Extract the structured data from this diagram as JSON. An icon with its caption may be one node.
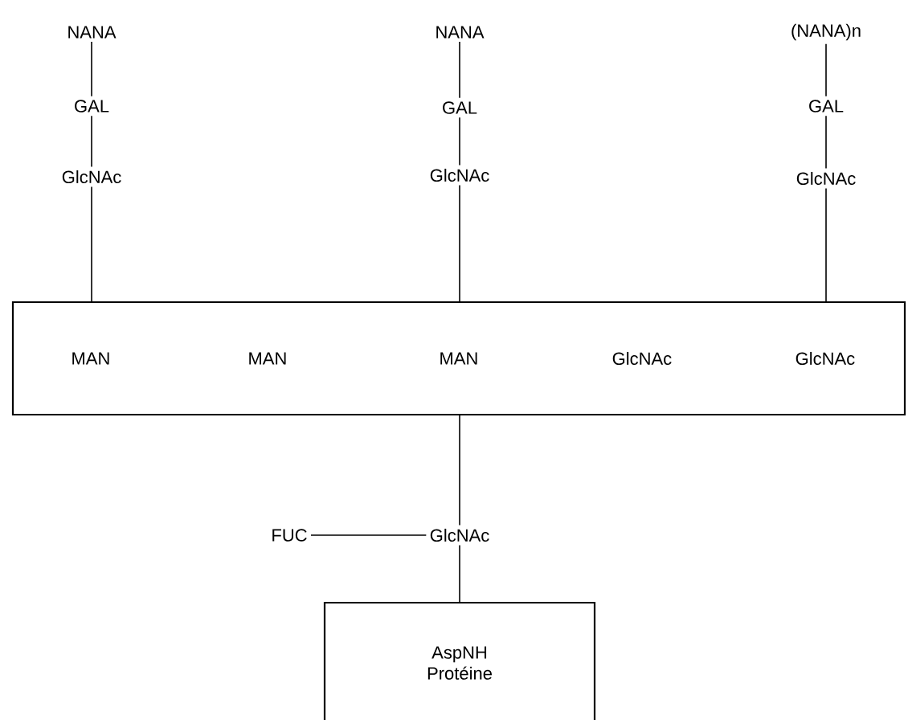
{
  "diagram": {
    "nodes": [
      {
        "text": [
          "NANA"
        ]
      },
      {
        "text": [
          "NANA"
        ]
      },
      {
        "text": [
          "(NANA)n"
        ]
      },
      {
        "text": [
          "GAL"
        ]
      },
      {
        "text": [
          "GAL"
        ]
      },
      {
        "text": [
          "GAL"
        ]
      },
      {
        "text": [
          "GlcNAc"
        ]
      },
      {
        "text": [
          "GlcNAc"
        ]
      },
      {
        "text": [
          "GlcNAc"
        ]
      },
      {
        "text": [],
        "shape": "box"
      },
      {
        "text": [
          "MAN"
        ],
        "in": 9
      },
      {
        "text": [
          "MAN"
        ],
        "in": 9
      },
      {
        "text": [
          "MAN"
        ],
        "in": 9
      },
      {
        "text": [
          "GlcNAc"
        ],
        "in": 9
      },
      {
        "text": [
          "GlcNAc"
        ],
        "in": 9
      },
      {
        "text": [
          "FUC"
        ]
      },
      {
        "text": [
          "GlcNAc"
        ]
      },
      {
        "text": [
          "AspNH Protéine"
        ]
      }
    ],
    "edges": [
      {
        "from": 0,
        "to": 3,
        "arrow": "none"
      },
      {
        "from": 3,
        "to": 6,
        "arrow": "none"
      },
      {
        "from": 6,
        "to": 10,
        "arrow": "none"
      },
      {
        "from": 1,
        "to": 4,
        "arrow": "none"
      },
      {
        "from": 4,
        "to": 7,
        "arrow": "none"
      },
      {
        "from": 7,
        "to": 12,
        "arrow": "none"
      },
      {
        "from": 2,
        "to": 5,
        "arrow": "none"
      },
      {
        "from": 5,
        "to": 8,
        "arrow": "none"
      },
      {
        "from": 8,
        "to": 14,
        "arrow": "none"
      },
      {
        "from": 12,
        "to": 16,
        "arrow": "none"
      },
      {
        "from": 15,
        "to": 16,
        "arrow": "none"
      },
      {
        "from": 16,
        "to": 17,
        "arrow": "none"
      }
    ]
  }
}
